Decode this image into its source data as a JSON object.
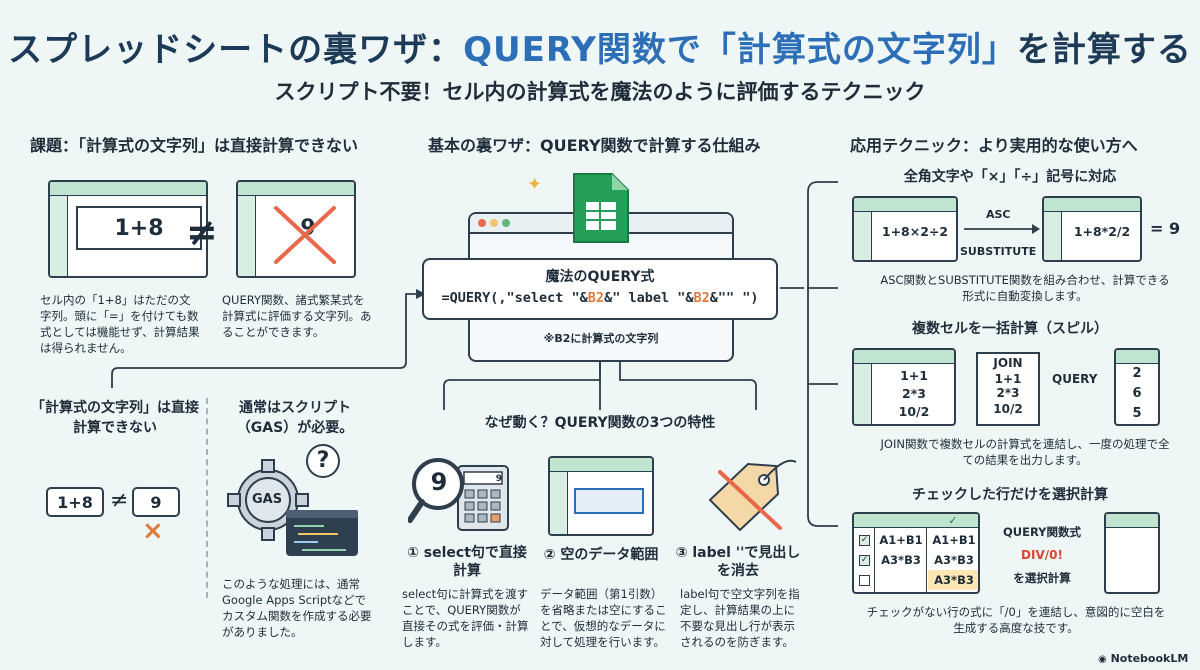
{
  "header": {
    "title_a": "スプレッドシートの裏ワザ：",
    "title_b": "QUERY関数で「計算式の文字列」",
    "title_c": "を計算する",
    "subtitle": "スクリプト不要！セル内の計算式を魔法のように評価するテクニック"
  },
  "left": {
    "heading": "課題：「計算式の文字列」は直接計算できない",
    "cell1": "1+8",
    "neq": "≠",
    "cell2": "9",
    "note1": "セル内の「1+8」はただの文字列。頭に「=」を付けても数式としては機能せず、計算結果は得られません。",
    "note2": "QUERY関数、諸式繁某式を計算式に評価する文字列。あることができます。",
    "sub_a": "「計算式の文字列」は直接計算できない",
    "sub_b": "通常はスクリプト（GAS）が必要。",
    "small_cell1": "1+8",
    "small_neq": "≠",
    "small_cell2": "9",
    "cross": "×",
    "gas_label": "GAS",
    "question": "?",
    "gas_note": "このような処理には、通常Google Apps Scriptなどでカスタム関数を作成する必要がありました。"
  },
  "center": {
    "heading": "基本の裏ワザ：QUERY関数で計算する仕組み",
    "formula_title": "魔法のQUERY式",
    "formula_a": "=QUERY(,\"select \"&",
    "formula_b2a": "B2",
    "formula_mid": "&\" label \"&",
    "formula_b2b": "B2",
    "formula_end": "&\"\" \")",
    "formula_note": "※B2に計算式の文字列",
    "why": "なぜ動く？QUERY関数の3つの特性",
    "feat1_num": "9",
    "feat1_calc": "9",
    "feat1_title": "① select句で直接計算",
    "feat1_text": "select句に計算式を渡すことで、QUERY関数が直接その式を評価・計算します。",
    "feat2_title": "② 空のデータ範囲",
    "feat2_text": "データ範囲（第1引数）を省略または空にすることで、仮想的なデータに対して処理を行います。",
    "feat3_title": "③ label ''で見出しを消去",
    "feat3_text": "label句で空文字列を指定し、計算結果の上に不要な見出し行が表示されるのを防ぎます。"
  },
  "right": {
    "heading": "応用テクニック：より実用的な使い方へ",
    "a_title": "全角文字や「×」「÷」記号に対応",
    "a_in": "1+8×2÷2",
    "a_asc": "ASC",
    "a_sub": "SUBSTITUTE",
    "a_out": "1+8*2/2",
    "a_eq": "= 9",
    "a_note": "ASC関数とSUBSTITUTE関数を組み合わせ、計算できる形式に自動変換します。",
    "b_title": "複数セルを一括計算（スピル）",
    "b_cells": [
      "1+1",
      "2*3",
      "10/2"
    ],
    "b_join": "JOIN",
    "b_join_cells": [
      "1+1",
      "2*3",
      "10/2"
    ],
    "b_query": "QUERY",
    "b_results": [
      "2",
      "6",
      "5"
    ],
    "b_note": "JOIN関数で複数セルの計算式を連結し、一度の処理で全ての結果を出力します。",
    "c_title": "チェックした行だけを選択計算",
    "c_check": "✓",
    "c_rows": [
      {
        "checked": true,
        "a": "A1+B1",
        "b": "A1+B1"
      },
      {
        "checked": true,
        "a": "A3*B3",
        "b": "A3*B3"
      },
      {
        "checked": false,
        "a": "",
        "b": "A3*B3"
      }
    ],
    "c_label": "QUERY関数式",
    "c_err": "DIV/0!",
    "c_label2": "を選択計算",
    "c_note": "チェックがない行の式に「/0」を連結し、意図的に空白を生成する高度な技です。"
  },
  "brand": "NotebookLM"
}
